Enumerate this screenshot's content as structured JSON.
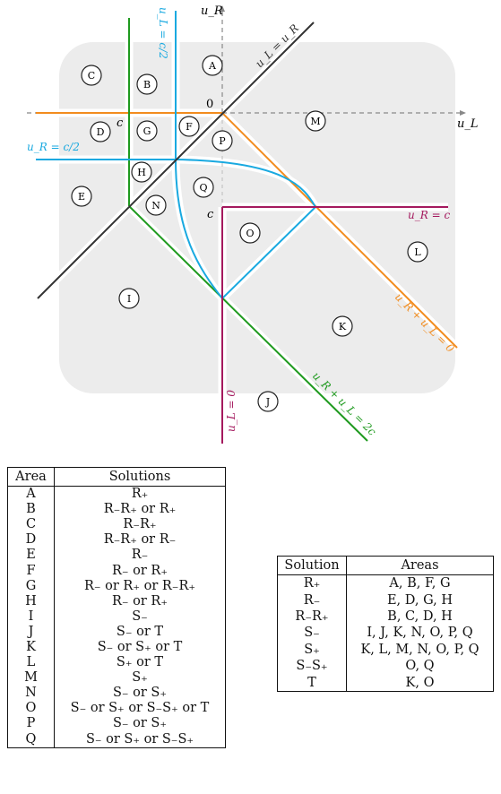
{
  "axes": {
    "x_label": "u_L",
    "y_label": "u_R",
    "origin_label": "0"
  },
  "curve_labels": {
    "diag": "u_L = u_R",
    "uR_half": "u_R = c/2",
    "uL_half": "u_L = c/2",
    "uR_c": "u_R = c",
    "uL_0": "u_L = 0",
    "sum_0": "u_R + u_L = 0",
    "sum_2c": "u_R + u_L = 2c",
    "c_left": "c",
    "c_mid": "c"
  },
  "regions": [
    "A",
    "B",
    "C",
    "D",
    "E",
    "F",
    "G",
    "H",
    "I",
    "J",
    "K",
    "L",
    "M",
    "N",
    "O",
    "P",
    "Q"
  ],
  "colors": {
    "orange": "#f28c1e",
    "green": "#1f9a1f",
    "cyan": "#19a9e0",
    "purple": "#a4195e",
    "dark": "#333333",
    "bg": "#ececec"
  },
  "table1": {
    "headers": [
      "Area",
      "Solutions"
    ],
    "rows": [
      [
        "A",
        "R₊"
      ],
      [
        "B",
        "R₋R₊ or R₊"
      ],
      [
        "C",
        "R₋R₊"
      ],
      [
        "D",
        "R₋R₊ or R₋"
      ],
      [
        "E",
        "R₋"
      ],
      [
        "F",
        "R₋ or R₊"
      ],
      [
        "G",
        "R₋ or R₊ or R₋R₊"
      ],
      [
        "H",
        "R₋ or R₊"
      ],
      [
        "I",
        "S₋"
      ],
      [
        "J",
        "S₋ or T"
      ],
      [
        "K",
        "S₋ or S₊ or T"
      ],
      [
        "L",
        "S₊ or T"
      ],
      [
        "M",
        "S₊"
      ],
      [
        "N",
        "S₋ or S₊"
      ],
      [
        "O",
        "S₋ or S₊ or S₋S₊ or T"
      ],
      [
        "P",
        "S₋ or S₊"
      ],
      [
        "Q",
        "S₋ or S₊ or S₋S₊"
      ]
    ]
  },
  "table2": {
    "headers": [
      "Solution",
      "Areas"
    ],
    "rows": [
      [
        "R₊",
        "A, B, F, G"
      ],
      [
        "R₋",
        "E, D, G, H"
      ],
      [
        "R₋R₊",
        "B, C, D, H"
      ],
      [
        "S₋",
        "I, J, K, N, O, P, Q"
      ],
      [
        "S₊",
        "K, L, M, N, O, P, Q"
      ],
      [
        "S₋S₊",
        "O, Q"
      ],
      [
        "T",
        "K, O"
      ]
    ]
  }
}
